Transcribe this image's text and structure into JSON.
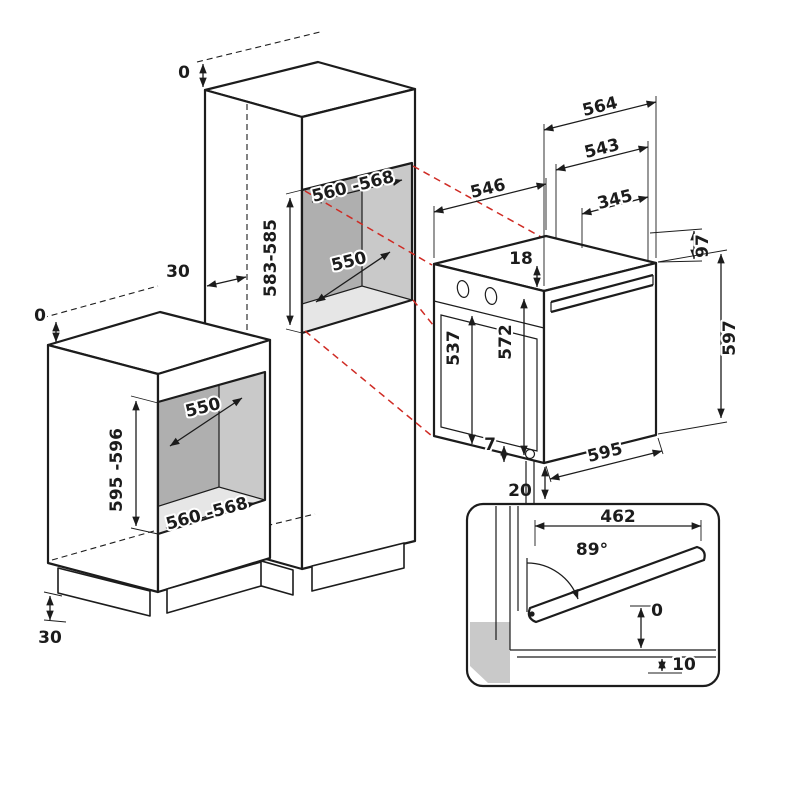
{
  "colors": {
    "line": "#1c1c1c",
    "projection_red": "#cf2b24",
    "niche_back": "#afafaf",
    "niche_wall": "#c9c9c9",
    "niche_floor": "#e6e6e6"
  },
  "diagram": {
    "tall_unit": {
      "zero_top": "0",
      "offset_side": "30",
      "niche_width": "560 -568",
      "niche_height": "583-585",
      "niche_depth": "550"
    },
    "base_unit": {
      "zero_top": "0",
      "niche_depth": "550",
      "niche_height": "595 -596",
      "niche_width": "560 -568",
      "plinth_height": "30"
    },
    "oven": {
      "depth_overall": "564",
      "depth_body": "543",
      "depth_front": "546",
      "depth_rear_top": "345",
      "rear_top_height": "97",
      "control_panel": "18",
      "door_height": "537",
      "front_height": "572",
      "height_overall": "597",
      "bottom_gap": "7",
      "width": "595",
      "bottom_clearance": "20"
    },
    "door_detail": {
      "door_length": "462",
      "opening_angle": "89°",
      "gap_flush": "0",
      "gap_under": "10"
    }
  }
}
